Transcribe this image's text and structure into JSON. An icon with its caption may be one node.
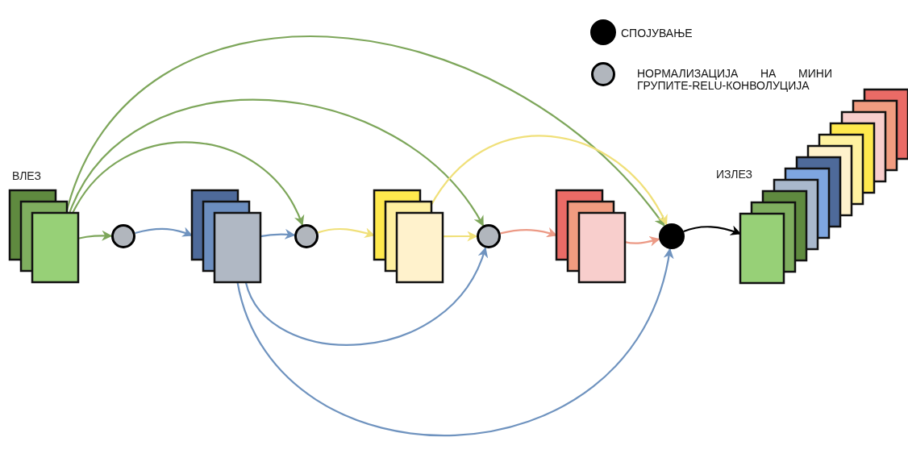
{
  "diagram": {
    "nodes": [
      {
        "text": [
          "ВЛЕЗ"
        ]
      },
      {
        "text": [],
        "shape": "circle"
      },
      {
        "text": [],
        "shape": "box"
      },
      {
        "text": [],
        "shape": "circle"
      },
      {
        "text": [],
        "shape": "box"
      },
      {
        "text": [],
        "shape": "circle"
      },
      {
        "text": [],
        "shape": "box"
      },
      {
        "text": [],
        "shape": "circle"
      },
      {
        "text": [
          "ИЗЛЕЗ"
        ]
      }
    ],
    "edges": [
      {
        "from": 0,
        "to": 1,
        "arrow": "to",
        "color": "#7da65a"
      },
      {
        "from": 0,
        "to": 3,
        "arrow": "to",
        "color": "#7da65a"
      },
      {
        "from": 0,
        "to": 5,
        "arrow": "to",
        "color": "#7da65a"
      },
      {
        "from": 0,
        "to": 7,
        "arrow": "to",
        "color": "#7da65a"
      },
      {
        "from": 1,
        "to": 2,
        "arrow": "to",
        "color": "#6f93bf"
      },
      {
        "from": 2,
        "to": 3,
        "arrow": "to",
        "color": "#6f93bf"
      },
      {
        "from": 2,
        "to": 5,
        "arrow": "to",
        "color": "#6f93bf"
      },
      {
        "from": 2,
        "to": 7,
        "arrow": "to",
        "color": "#6f93bf"
      },
      {
        "from": 3,
        "to": 4,
        "arrow": "to",
        "color": "#f0e07a"
      },
      {
        "from": 4,
        "to": 5,
        "arrow": "to",
        "color": "#f0e07a"
      },
      {
        "from": 4,
        "to": 7,
        "arrow": "to",
        "color": "#f0e07a"
      },
      {
        "from": 5,
        "to": 6,
        "arrow": "to",
        "color": "#ec9a86"
      },
      {
        "from": 6,
        "to": 7,
        "arrow": "to",
        "color": "#ec9a86"
      },
      {
        "from": 7,
        "to": 8,
        "arrow": "to",
        "color": "#000000"
      }
    ],
    "legend": [
      {
        "text": "СПОЈУВАЊЕ"
      },
      {
        "text": "НОРМАЛИЗАЦИЈА НА МИНИ ГРУПИТЕ-RELU-КОНВОЛУЦИЈА"
      }
    ]
  }
}
